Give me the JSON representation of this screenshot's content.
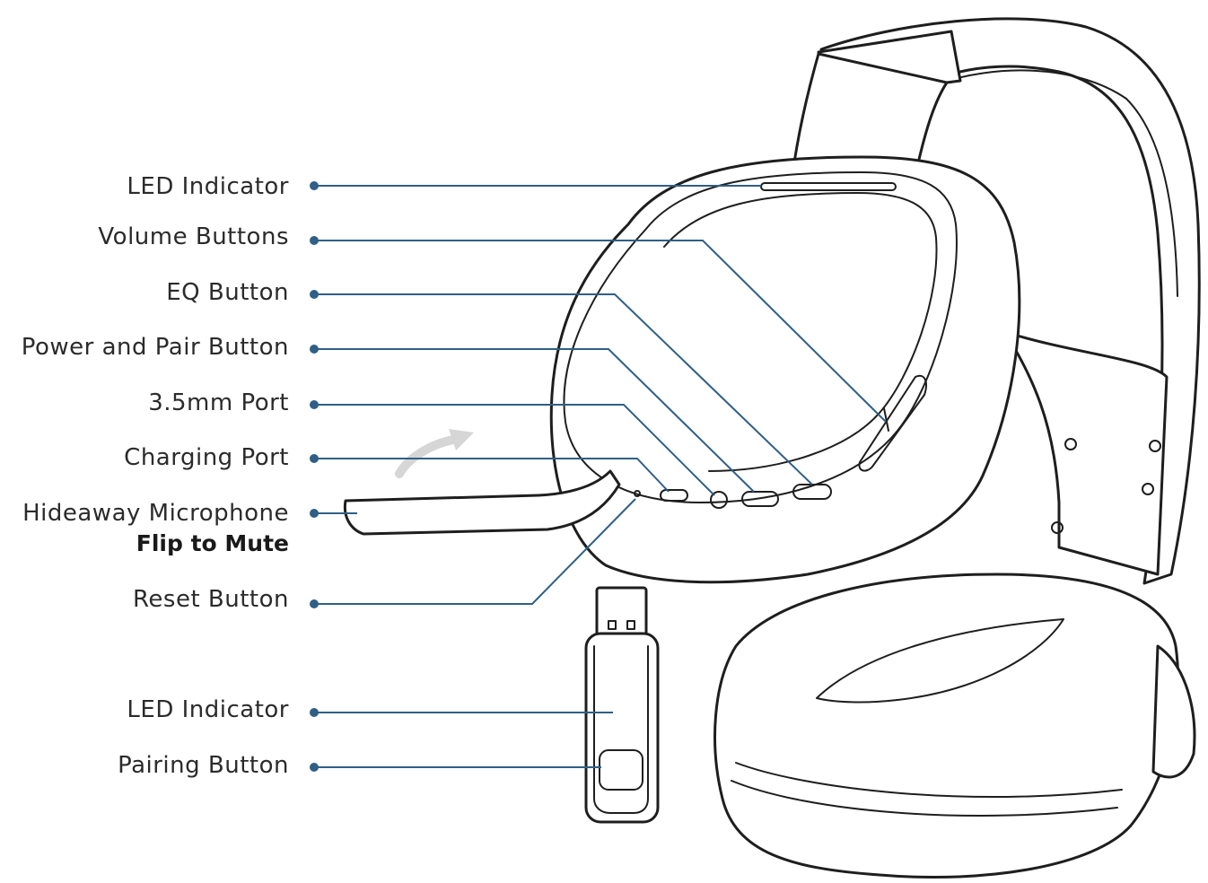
{
  "colors": {
    "leader": "#2f5f86",
    "ink": "#1e1e1e",
    "label_text": "#2b2b2b",
    "arrow": "#d6d6d6"
  },
  "labels": {
    "headset_led": "LED Indicator",
    "volume_buttons": "Volume Buttons",
    "eq_button": "EQ Button",
    "power_pair_button": "Power and Pair Button",
    "audio_port": "3.5mm Port",
    "charging_port": "Charging Port",
    "microphone": "Hideaway Microphone",
    "microphone_note": "Flip to Mute",
    "reset_button": "Reset Button",
    "dongle_led": "LED Indicator",
    "pairing_button": "Pairing Button"
  }
}
